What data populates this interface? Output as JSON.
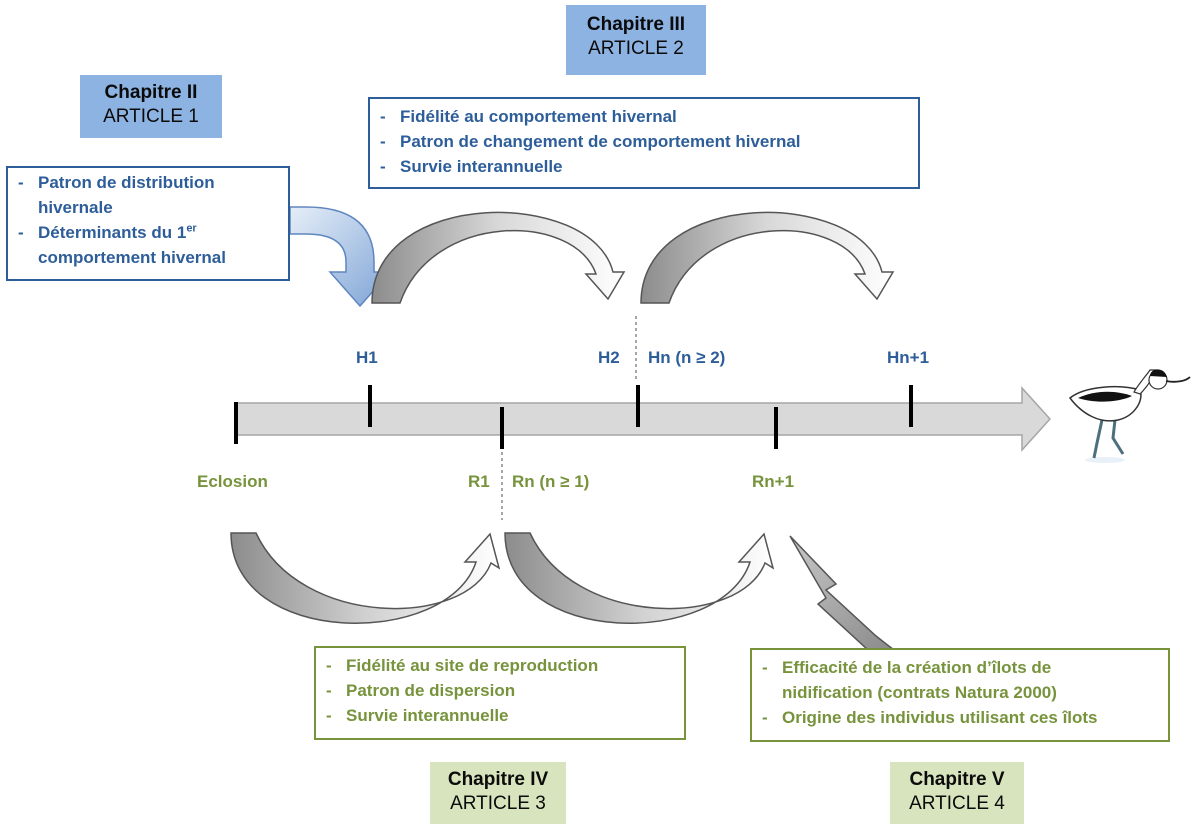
{
  "chapters": {
    "c2": {
      "title": "Chapitre II",
      "article": "ARTICLE 1"
    },
    "c3": {
      "title": "Chapitre III",
      "article": "ARTICLE 2"
    },
    "c4": {
      "title": "Chapitre IV",
      "article": "ARTICLE 3"
    },
    "c5": {
      "title": "Chapitre V",
      "article": "ARTICLE 4"
    }
  },
  "boxes": {
    "article1": {
      "line1": "Patron de distribution",
      "line1b": "hivernale",
      "line2": "Déterminants du 1",
      "line2_sup": "er",
      "line2b": "comportement hivernal"
    },
    "article2": {
      "line1": "Fidélité au comportement hivernal",
      "line2": "Patron de changement de comportement hivernal",
      "line3": "Survie interannuelle"
    },
    "article3": {
      "line1": "Fidélité au site de reproduction",
      "line2": "Patron de dispersion",
      "line3": "Survie interannuelle"
    },
    "article4": {
      "line1": "Efficacité de la création d’îlots de",
      "line1b": "nidification (contrats Natura 2000)",
      "line2": "Origine des individus utilisant ces îlots"
    }
  },
  "timeline": {
    "wintering": [
      "H1",
      "H2",
      "Hn (n ≥ 2)",
      "Hn+1"
    ],
    "breeding": [
      "Eclosion",
      "R1",
      "Rn (n ≥ 1)",
      "Rn+1"
    ]
  },
  "colors": {
    "blue_text": "#2e5e9a",
    "green_text": "#77933c",
    "chapter_blue": "#8db3e2",
    "chapter_green": "#d7e4bd",
    "axis": "#d9d9d9"
  },
  "icons": [
    "avocet-bird-icon",
    "lightning-icon"
  ]
}
